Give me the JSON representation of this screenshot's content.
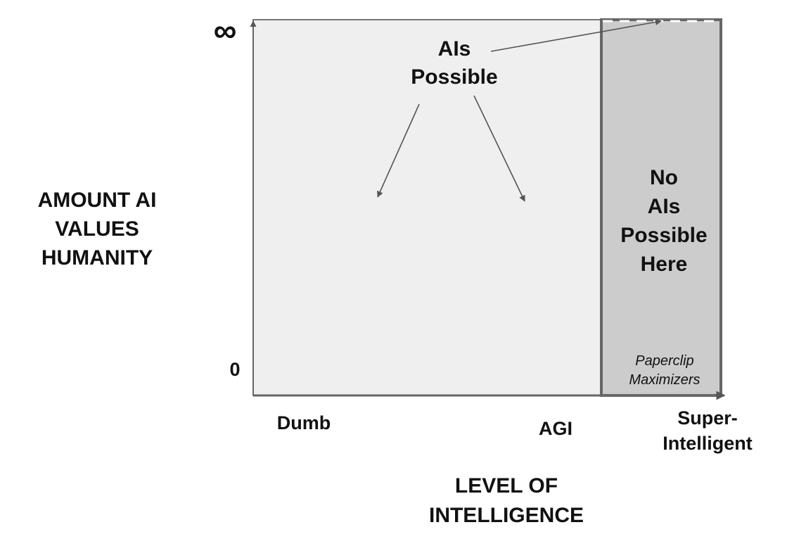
{
  "y_axis": {
    "title_lines": [
      "AMOUNT AI",
      "VALUES",
      "HUMANITY"
    ],
    "max_label": "∞",
    "min_label": "0"
  },
  "x_axis": {
    "title_lines": [
      "LEVEL OF",
      "INTELLIGENCE"
    ],
    "tick_dumb": "Dumb",
    "tick_agi": "AGI",
    "tick_super_lines": [
      "Super-",
      "Intelligent"
    ]
  },
  "possible_region": {
    "label_lines": [
      "AIs",
      "Possible"
    ]
  },
  "impossible_region": {
    "label_lines": [
      "No",
      "AIs",
      "Possible",
      "Here"
    ],
    "corner_label_lines": [
      "Paperclip",
      "Maximizers"
    ]
  },
  "colors": {
    "possible_fill": "#efefef",
    "impossible_fill": "#cccccc",
    "impossible_border": "#666666",
    "plot_border": "#777777",
    "arrow": "#555555"
  }
}
